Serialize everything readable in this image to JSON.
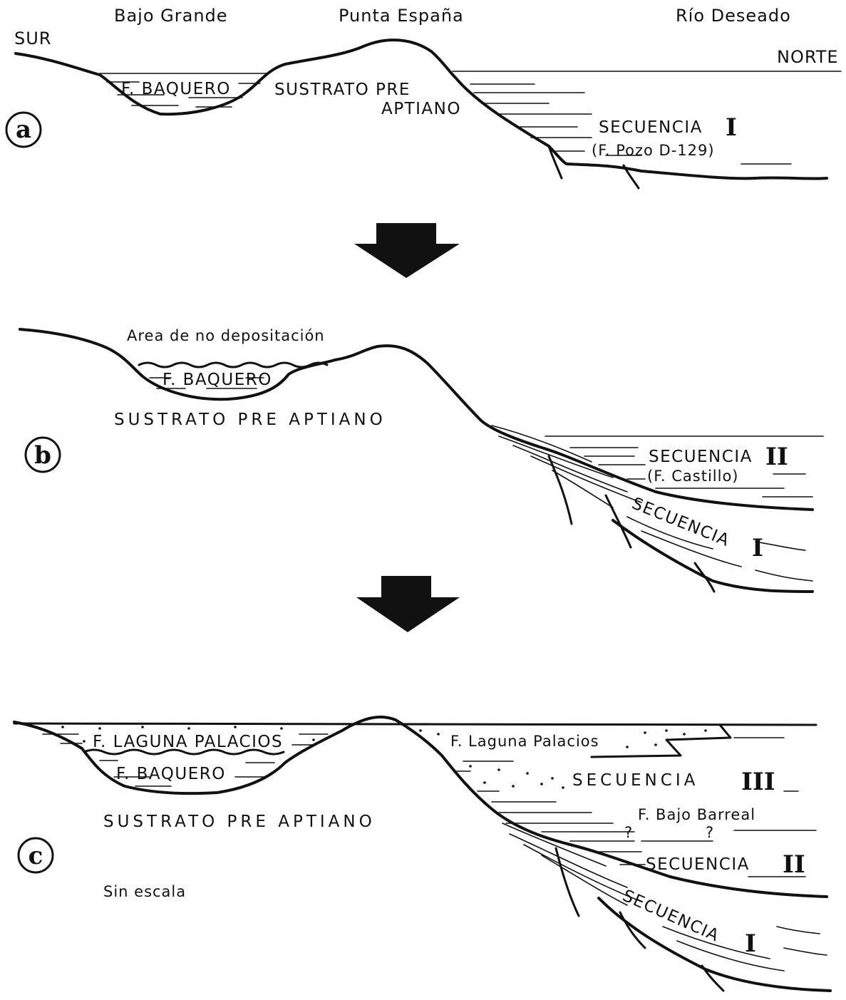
{
  "header": {
    "left": "Bajo Grande",
    "center": "Punta España",
    "right": "Río Deseado",
    "south": "SUR",
    "north": "NORTE"
  },
  "panel_a": {
    "marker": "a",
    "baquero": "F. BAQUERO",
    "substrate_line1": "SUSTRATO PRE",
    "substrate_line2": "APTIANO",
    "sequence": "SECUENCIA",
    "sequence_roman": "I",
    "formation": "(F. Pozo D-129)"
  },
  "panel_b": {
    "marker": "b",
    "no_deposition": "Area de no depositación",
    "baquero": "F. BAQUERO",
    "substrate": "SUSTRATO PRE APTIANO",
    "sequence2": "SECUENCIA",
    "sequence2_roman": "II",
    "formation2": "(F. Castillo)",
    "sequence1": "SECUENCIA",
    "sequence1_roman": "I"
  },
  "panel_c": {
    "marker": "c",
    "laguna_upper": "F. LAGUNA PALACIOS",
    "baquero": "F. BAQUERO",
    "substrate": "SUSTRATO PRE APTIANO",
    "laguna_right": "F. Laguna Palacios",
    "sequence3": "SECUENCIA",
    "sequence3_roman": "III",
    "bajo_barreal": "F. Bajo Barreal",
    "question": "?",
    "sequence2": "SECUENCIA",
    "sequence2_roman": "II",
    "sequence1": "SECUENCIA",
    "sequence1_roman": "I",
    "scale_note": "Sin escala"
  }
}
